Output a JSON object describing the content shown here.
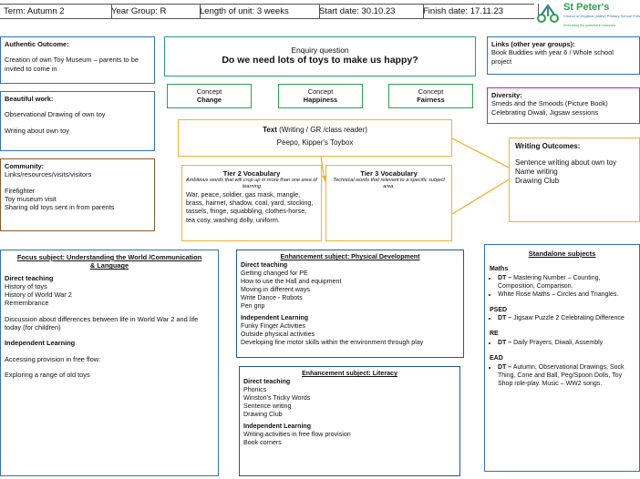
{
  "header": {
    "term": "Term: Autumn 2",
    "year_group": "Year Group: R",
    "length": "Length of unit: 3 weeks",
    "start": "Start date: 30.10.23",
    "finish": "Finish date: 17.11.23"
  },
  "logo": {
    "name": "St Peter's",
    "sub": "Church of England (aided) Primary School Freshfield",
    "tagline": "Embracing the potential in everyone"
  },
  "authentic": {
    "title": "Authentic Outcome:",
    "text": "Creation of own Toy Museum – parents to be invited to come in"
  },
  "beautiful": {
    "title": "Beautiful work:",
    "line1": "Observational Drawing of own toy",
    "line2": "Writing about own toy"
  },
  "community": {
    "title": "Community:",
    "subtitle": "Links/resources/visits/visitors",
    "line1": "Firefighter",
    "line2": "Toy museum visit",
    "line3": "Sharing old toys sent in from parents"
  },
  "enquiry": {
    "label": "Enquiry question",
    "question": "Do we need lots of toys to make us happy?"
  },
  "concepts": [
    {
      "label": "Concept",
      "value": "Change"
    },
    {
      "label": "Concept",
      "value": "Happiness"
    },
    {
      "label": "Concept",
      "value": "Fairness"
    }
  ],
  "links": {
    "title": "Links (other year groups):",
    "text": "Book Buddies with year 6 / Whole school project"
  },
  "diversity": {
    "title": "Diversity:",
    "line1": "Smeds and the Smoods (Picture Book)",
    "line2": "Celebrating Diwali, Jigsaw sessions"
  },
  "text_box": {
    "title": "Text",
    "title_rest": "(Writing / GR /class reader)",
    "book": "Peepo, Kipper's Toybox"
  },
  "tier2": {
    "title": "Tier 2 Vocabulary",
    "desc": "Ambitious words that will crop up in more than one area of learning",
    "words": "War, peace, soldier, gas mask, mangle, brass, hairnet, shadow, coal, yard, stocking, tassels, fringe, squabbling, clothes-horse, tea cosy, washing dolly, uniform."
  },
  "tier3": {
    "title": "Tier 3 Vocabulary",
    "desc": "Technical words that relevant to a specific subject area."
  },
  "writing_outcomes": {
    "title": "Writing Outcomes:",
    "line1": "Sentence writing about own toy",
    "line2": "Name writing",
    "line3": "Drawing Club"
  },
  "focus": {
    "title_line1": "Focus subject: Understanding the World /Communication",
    "title_line2": "& Language",
    "direct_title": "Direct teaching",
    "direct1": "History of toys",
    "direct2": "History of World War 2",
    "direct3": "Remembrance",
    "discussion": "Discussion about differences between life in World War 2 and life today (for children)",
    "independent_title": "Independent Learning",
    "ind1": "Accessing provision in free flow:",
    "ind2": "Exploring a range of old toys"
  },
  "pd": {
    "title": "Enhancement subject: Physical Development",
    "direct_title": "Direct teaching",
    "direct": [
      "Getting changed for PE",
      "How to use the Hall and equipment",
      "Moving in different ways",
      "Write Dance - Robots",
      "Pen grip"
    ],
    "independent_title": "Independent Learning",
    "independent": [
      "Funky Finger Activities",
      "Outside physical activities",
      "Developing fine motor skills within the environment through play"
    ]
  },
  "lit": {
    "title": "Enhancement subject: Literacy",
    "direct_title": "Direct teaching",
    "direct": [
      "Phonics",
      "Winston's Tricky Words",
      "Sentence writing",
      "Drawing Club"
    ],
    "independent_title": "Independent Learning",
    "independent": [
      "Writing activities in free flow provision",
      "Book corners"
    ]
  },
  "standalone": {
    "title": "Standalone subjects",
    "maths_title": "Maths",
    "maths1_b": "DT –",
    "maths1": " Mastering Number – Counting, Composition, Comparison.",
    "maths2": "White Rose Maths – Circles and Triangles.",
    "psed_title": "PSED",
    "psed_b": "DT –",
    "psed": " Jigsaw Puzzle 2 Celebrating Difference",
    "re_title": "RE",
    "re_b": "DT –",
    "re": " Daily Prayers, Diwali, Assembly",
    "ead_title": "EAD",
    "ead_b": "DT –",
    "ead": " Autumn, Observational Drawings, Sock Thing, Cone and Ball, Peg/Spoon Dolls, Toy Shop role-play. Music – WW2 songs."
  },
  "colors": {
    "blue": "#2e74b5",
    "teal": "#25a07a",
    "green": "#2ca24a",
    "magenta": "#c21ec7",
    "brown": "#8c5a2b",
    "orange": "#f4b22d",
    "navy": "#25539a"
  }
}
